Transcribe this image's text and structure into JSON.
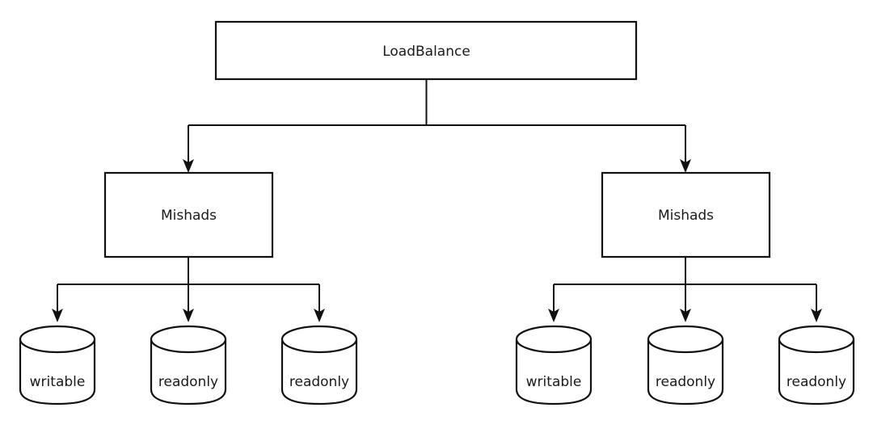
{
  "diagram": {
    "type": "tree-architecture-diagram",
    "background_color": "#ffffff",
    "stroke_color": "#111111",
    "text_color": "#1a1a1a",
    "root": {
      "label": "LoadBalance",
      "shape": "rectangle"
    },
    "tier2": [
      {
        "label": "Mishads",
        "shape": "rectangle"
      },
      {
        "label": "Mishads",
        "shape": "rectangle"
      }
    ],
    "tier3_left": [
      {
        "label": "writable",
        "shape": "cylinder"
      },
      {
        "label": "readonly",
        "shape": "cylinder"
      },
      {
        "label": "readonly",
        "shape": "cylinder"
      }
    ],
    "tier3_right": [
      {
        "label": "writable",
        "shape": "cylinder"
      },
      {
        "label": "readonly",
        "shape": "cylinder"
      },
      {
        "label": "readonly",
        "shape": "cylinder"
      }
    ]
  }
}
